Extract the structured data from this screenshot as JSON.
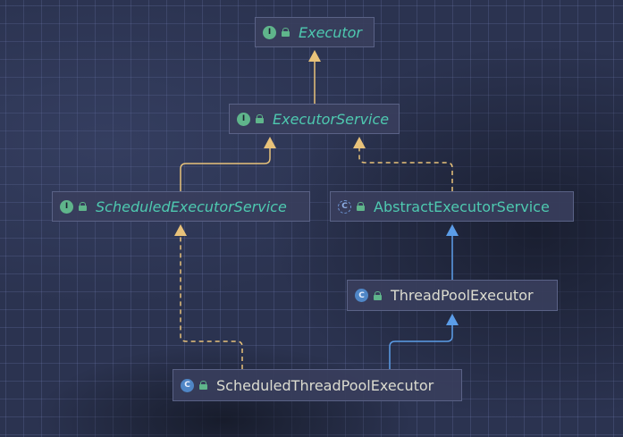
{
  "diagram": {
    "nodes": [
      {
        "id": "executor",
        "label": "Executor",
        "kind": "interface",
        "badge": "I",
        "icon": "interface-icon"
      },
      {
        "id": "executor_service",
        "label": "ExecutorService",
        "kind": "interface",
        "badge": "I",
        "icon": "interface-icon"
      },
      {
        "id": "scheduled_executor_service",
        "label": "ScheduledExecutorService",
        "kind": "interface",
        "badge": "I",
        "icon": "interface-icon"
      },
      {
        "id": "abstract_executor_service",
        "label": "AbstractExecutorService",
        "kind": "abstract",
        "badge": "C",
        "icon": "abstract-class-icon"
      },
      {
        "id": "thread_pool_executor",
        "label": "ThreadPoolExecutor",
        "kind": "class",
        "badge": "C",
        "icon": "class-icon"
      },
      {
        "id": "scheduled_thread_pool_executor",
        "label": "ScheduledThreadPoolExecutor",
        "kind": "class",
        "badge": "C",
        "icon": "class-icon"
      }
    ],
    "edges": [
      {
        "from": "executor_service",
        "to": "executor",
        "type": "extends"
      },
      {
        "from": "scheduled_executor_service",
        "to": "executor_service",
        "type": "extends"
      },
      {
        "from": "abstract_executor_service",
        "to": "executor_service",
        "type": "implements"
      },
      {
        "from": "thread_pool_executor",
        "to": "abstract_executor_service",
        "type": "extends"
      },
      {
        "from": "scheduled_thread_pool_executor",
        "to": "scheduled_executor_service",
        "type": "implements"
      },
      {
        "from": "scheduled_thread_pool_executor",
        "to": "thread_pool_executor",
        "type": "extends"
      }
    ],
    "colors": {
      "interface_text": "#4ec9b0",
      "class_text": "#dcdcd0",
      "interface_inheritance": "#e8c27a",
      "class_inheritance": "#5b9de8",
      "interface_badge": "#5fb58b",
      "class_badge": "#4f86c6"
    }
  }
}
